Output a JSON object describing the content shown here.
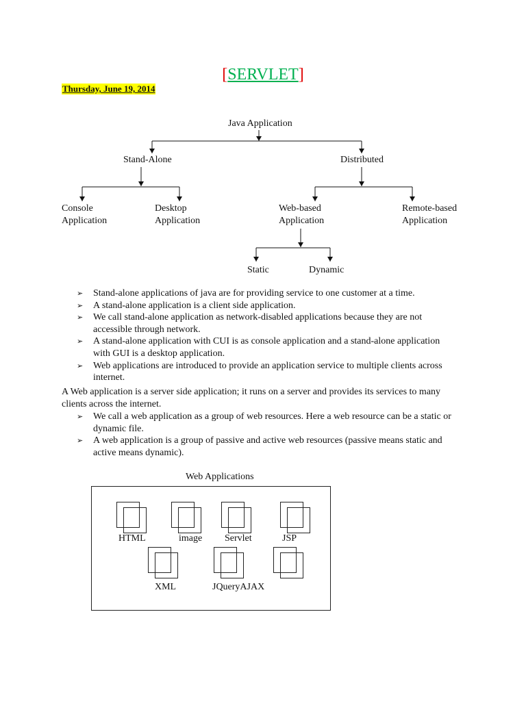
{
  "header": {
    "title_open": "[",
    "title_text": "SERVLET",
    "title_close": "]",
    "date": "Thursday, June 19, 2014"
  },
  "hierarchy": {
    "root": "Java Application",
    "standalone": "Stand-Alone",
    "distributed": "Distributed",
    "console": [
      "Console",
      "Application"
    ],
    "desktop": [
      "Desktop",
      "Application"
    ],
    "webbased": [
      "Web-based",
      "Application"
    ],
    "remote": [
      "Remote-based",
      "Application"
    ],
    "static": "Static",
    "dynamic": "Dynamic"
  },
  "bullets_a": [
    "Stand-alone applications of java are for providing service to one customer at a time.",
    "A stand-alone application is a client side application.",
    "We call stand-alone application as network-disabled applications because they are not accessible through network.",
    "A stand-alone application with CUI is as console application and a stand-alone application with GUI is a desktop application.",
    "Web applications are introduced to provide an application service to multiple clients across internet."
  ],
  "paragraph": "A Web application is a server side application; it runs on a server and provides its services to many clients across the internet.",
  "bullets_b": [
    "We call a web application as a group of web resources. Here a web resource can be a static or dynamic file.",
    "A web application is a group of passive and active web resources (passive means static and active means dynamic)."
  ],
  "web_apps": {
    "title": "Web Applications",
    "labels": [
      "HTML",
      "image",
      "Servlet",
      "JSP",
      "XML",
      "JQueryAJAX"
    ]
  }
}
